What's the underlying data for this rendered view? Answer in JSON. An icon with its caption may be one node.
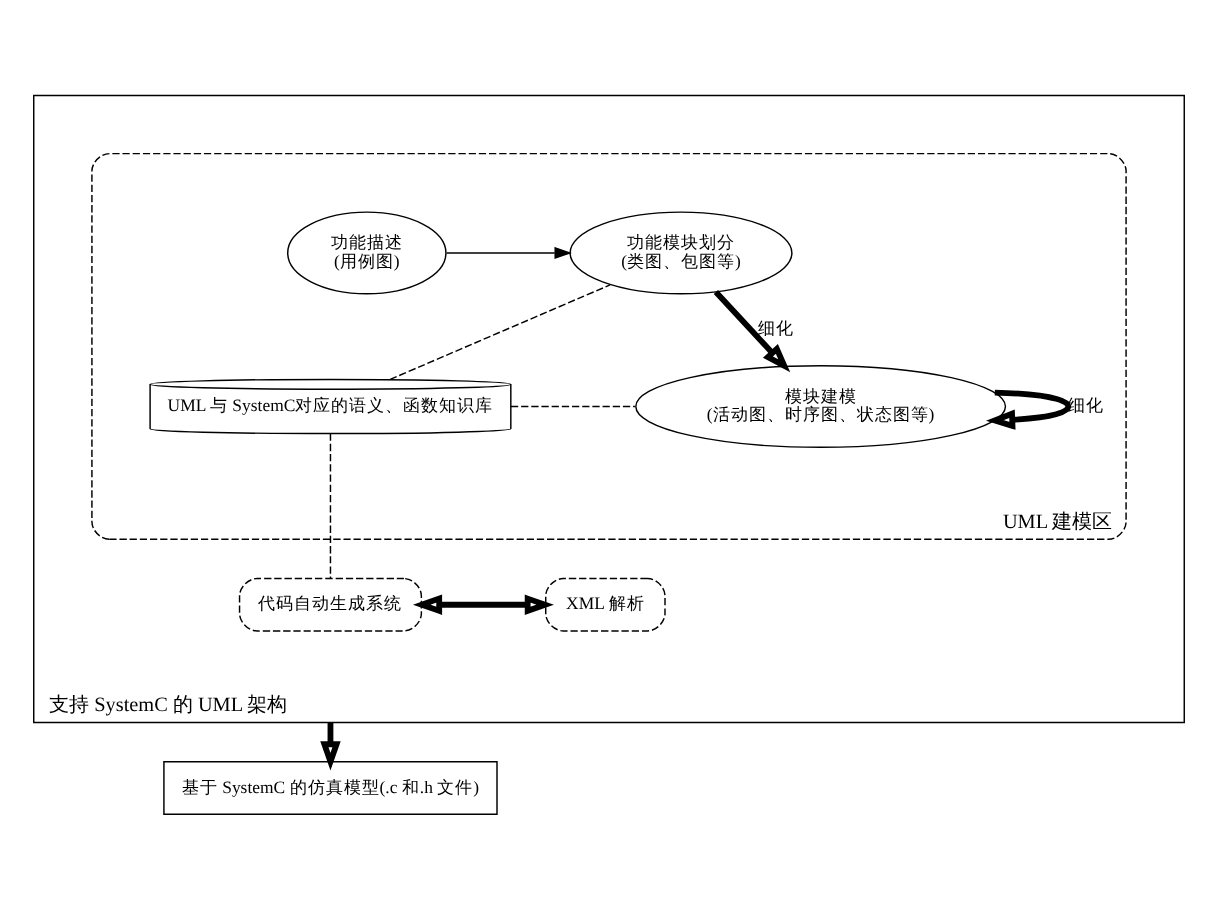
{
  "diagram": {
    "nodes": [
      {
        "text": [
          "支持 SystemC 的 UML 架构"
        ]
      },
      {
        "text": [
          "UML 建模区"
        ],
        "in": 0
      },
      {
        "text": [
          "功能描述",
          "(用例图)"
        ],
        "in": 1
      },
      {
        "text": [
          "功能模块划分",
          "(类图、包图等)"
        ],
        "in": 1
      },
      {
        "text": [
          "UML 与 SystemC对应的语义、函数知识库"
        ],
        "in": 1
      },
      {
        "text": [
          "模块建模",
          "(活动图、时序图、状态图等)"
        ],
        "in": 1
      },
      {
        "text": [
          "代码自动生成系统"
        ],
        "in": 0
      },
      {
        "text": [
          "XML 解析"
        ],
        "in": 0
      },
      {
        "text": [
          "基于 SystemC 的仿真模型(.c 和.h 文件)"
        ]
      }
    ],
    "edges": [
      {
        "from": 2,
        "to": 3,
        "arrow": "to"
      },
      {
        "from": 3,
        "to": 5,
        "arrow": "to",
        "label": "细化",
        "style": "thick"
      },
      {
        "from": 5,
        "to": 5,
        "arrow": "to",
        "label": "细化",
        "style": "thick"
      },
      {
        "from": 4,
        "to": 3,
        "arrow": "none",
        "style": "dashed"
      },
      {
        "from": 4,
        "to": 5,
        "arrow": "none",
        "style": "dashed"
      },
      {
        "from": 4,
        "to": 6,
        "arrow": "none",
        "style": "dashed"
      },
      {
        "from": 6,
        "to": 7,
        "arrow": "both",
        "style": "thick"
      },
      {
        "from": 0,
        "to": 8,
        "arrow": "to",
        "style": "thick"
      }
    ]
  }
}
